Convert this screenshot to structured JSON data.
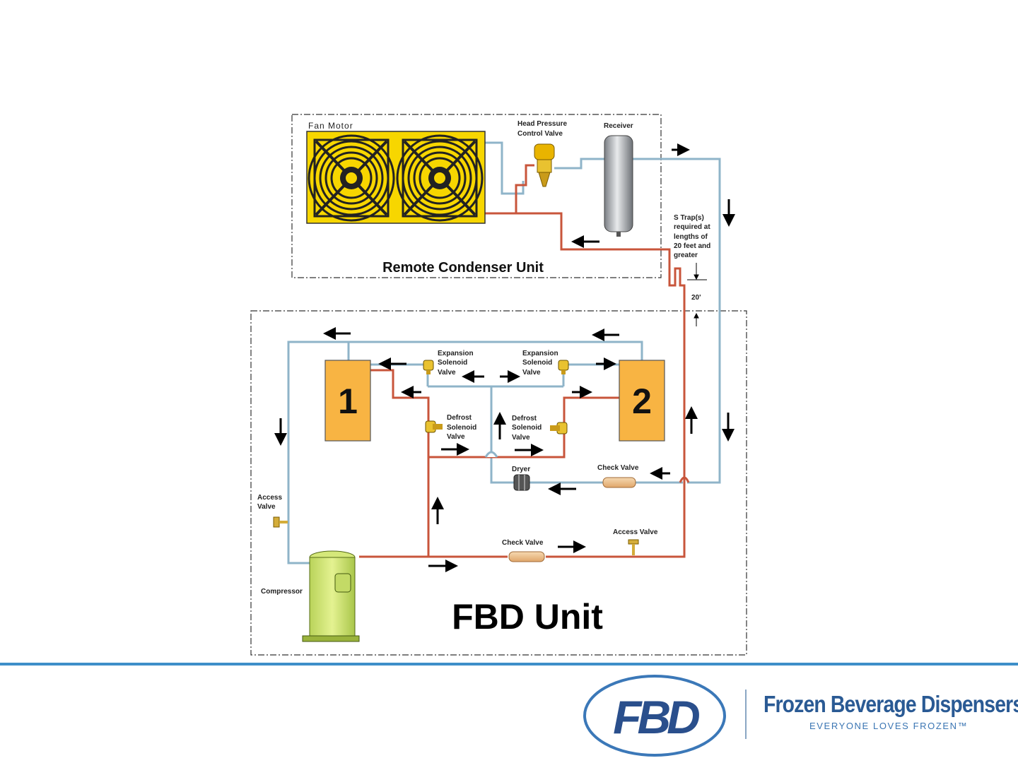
{
  "colors": {
    "hot_line": "#c8553b",
    "cold_line": "#8fb4c9",
    "accent": "#3e8fc9",
    "brand": "#2a5a94"
  },
  "diagram": {
    "remote_unit": {
      "title": "Remote Condenser Unit",
      "fan_motor_label": "Fan Motor",
      "head_pressure_valve": [
        "Head Pressure",
        "Control Valve"
      ],
      "receiver": "Receiver",
      "s_trap_note": [
        "S Trap(s)",
        "required at",
        "lengths of",
        "20 feet and",
        "greater"
      ],
      "dimension": "20'"
    },
    "fbd_unit": {
      "title": "FBD Unit",
      "barrel_1": "1",
      "barrel_2": "2",
      "expansion_valve_left": [
        "Expansion",
        "Solenoid",
        "Valve"
      ],
      "expansion_valve_right": [
        "Expansion",
        "Solenoid",
        "Valve"
      ],
      "defrost_valve_left": [
        "Defrost",
        "Solenoid",
        "Valve"
      ],
      "defrost_valve_right": [
        "Defrost",
        "Solenoid",
        "Valve"
      ],
      "dryer": "Dryer",
      "check_valve_upper": "Check Valve",
      "check_valve_lower": "Check Valve",
      "access_valve_left": [
        "Access",
        "Valve"
      ],
      "access_valve_right": "Access Valve",
      "compressor": "Compressor"
    }
  },
  "footer": {
    "logo_text": "FBD",
    "brand_name": "Frozen Beverage Dispensers",
    "tagline": "EVERYONE LOVES FROZEN™"
  }
}
